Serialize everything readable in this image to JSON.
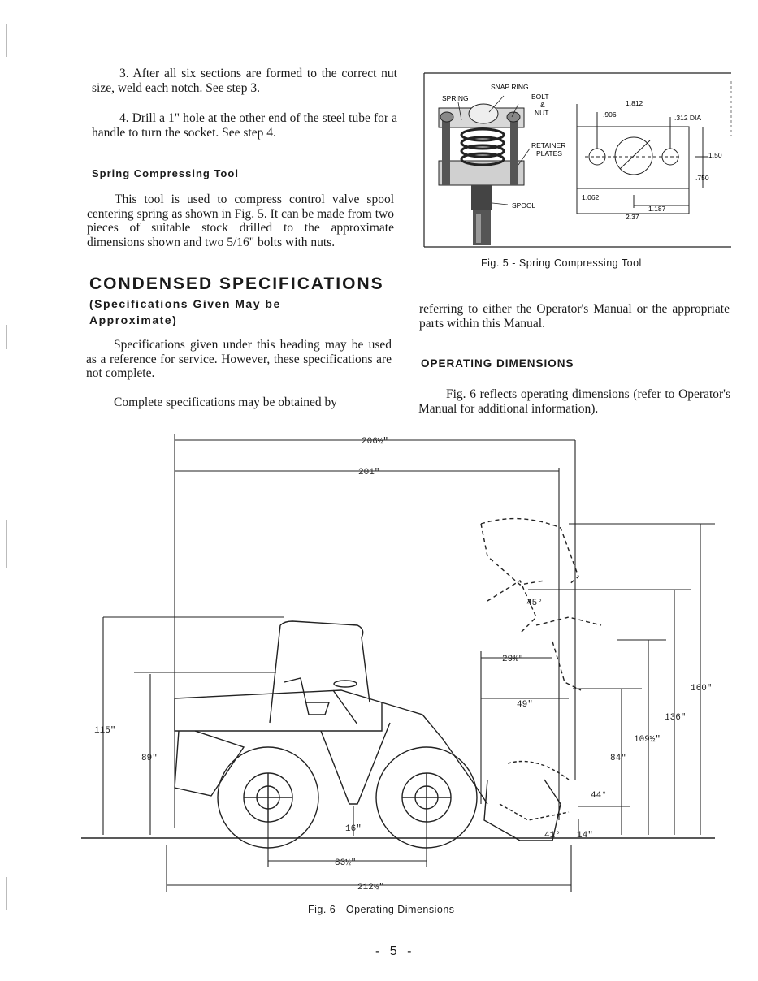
{
  "left_column": {
    "step3": "3. After all six sections are formed to the correct nut size, weld each notch. See step 3.",
    "step4": "4. Drill a 1\" hole at the other end of the steel tube for a handle to turn the socket. See step 4.",
    "spring_heading": "Spring Compressing Tool",
    "spring_text": "This tool is used to compress control valve spool centering spring as shown in Fig. 5. It can be made from two pieces of suitable stock drilled to the approximate dimensions shown and two 5/16\" bolts with nuts.",
    "condensed_heading": "CONDENSED SPECIFICATIONS",
    "condensed_sub": "(Specifications Given May be Approximate)",
    "spec_para1": "Specifications given under this heading may be used as a reference for service. However, these specifications are not complete.",
    "spec_para2": "Complete specifications may be obtained by"
  },
  "right_column": {
    "continued": "referring to either the Operator's Manual or the appropriate parts within this Manual.",
    "operating_heading": "OPERATING DIMENSIONS",
    "operating_text": "Fig. 6 reflects operating dimensions (refer to Operator's Manual for additional information)."
  },
  "fig5": {
    "caption": "Fig. 5 - Spring Compressing Tool",
    "labels": {
      "snap_ring": "SNAP RING",
      "spring": "SPRING",
      "bolt": "BOLT",
      "amp": "&",
      "nut": "NUT",
      "retainer": "RETAINER",
      "plates": "PLATES",
      "spool": "SPOOL"
    },
    "dims": {
      "d1812": "1.812",
      "d906": ".906",
      "d312": ".312 DIA",
      "d150": "1.50",
      "d750": ".750",
      "d1062": "1.062",
      "d1187": "1.187",
      "d237": "2.37"
    }
  },
  "fig6": {
    "caption": "Fig. 6 - Operating Dimensions",
    "dims": {
      "d206": "206½\"",
      "d201": "201\"",
      "d115": "115\"",
      "d89": "89\"",
      "d45": "45°",
      "d29": "29⅜\"",
      "d49": "49\"",
      "d160": "160\"",
      "d136": "136\"",
      "d109": "109½\"",
      "d84": "84\"",
      "d44": "44°",
      "d41": "41°",
      "d14": "14\"",
      "d16": "16\"",
      "d83": "83½\"",
      "d212": "212½\""
    }
  },
  "page_number": "- 5 -"
}
